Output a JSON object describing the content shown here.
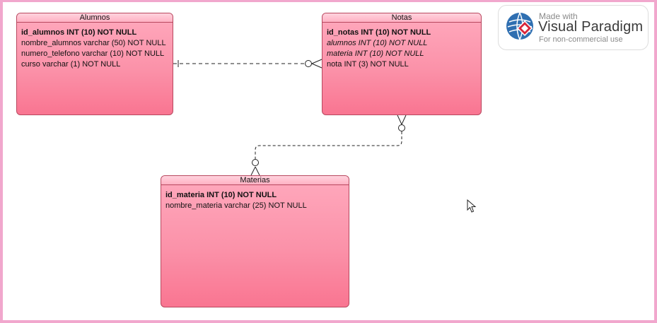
{
  "entities": {
    "alumnos": {
      "name": "Alumnos",
      "attributes": [
        "id_alumnos INT (10) NOT NULL",
        "nombre_alumnos varchar (50) NOT NULL",
        "numero_telefono varchar (10) NOT NULL",
        "curso varchar (1) NOT NULL"
      ]
    },
    "notas": {
      "name": "Notas",
      "attributes": [
        "id_notas INT (10) NOT NULL",
        "alumnos INT (10) NOT NULL",
        "materia INT (10)  NOT NULL",
        "nota INT (3) NOT NULL"
      ]
    },
    "materias": {
      "name": "Materias",
      "attributes": [
        "id_materia INT (10) NOT NULL",
        "nombre_materia varchar (25) NOT NULL"
      ]
    }
  },
  "relationships": [
    {
      "from": "Alumnos",
      "to": "Notas",
      "from_cardinality": "one",
      "to_cardinality": "zero-or-many"
    },
    {
      "from": "Materias",
      "to": "Notas",
      "from_cardinality": "zero-or-many",
      "to_cardinality": "zero-or-many"
    }
  ],
  "watermark": {
    "made_with": "Made with",
    "brand": "Visual Paradigm",
    "note": "For non-commercial use"
  },
  "colors": {
    "entity_fill": "#fb92a9",
    "entity_border": "#b8485f",
    "frame_border": "#f1a7cd"
  }
}
